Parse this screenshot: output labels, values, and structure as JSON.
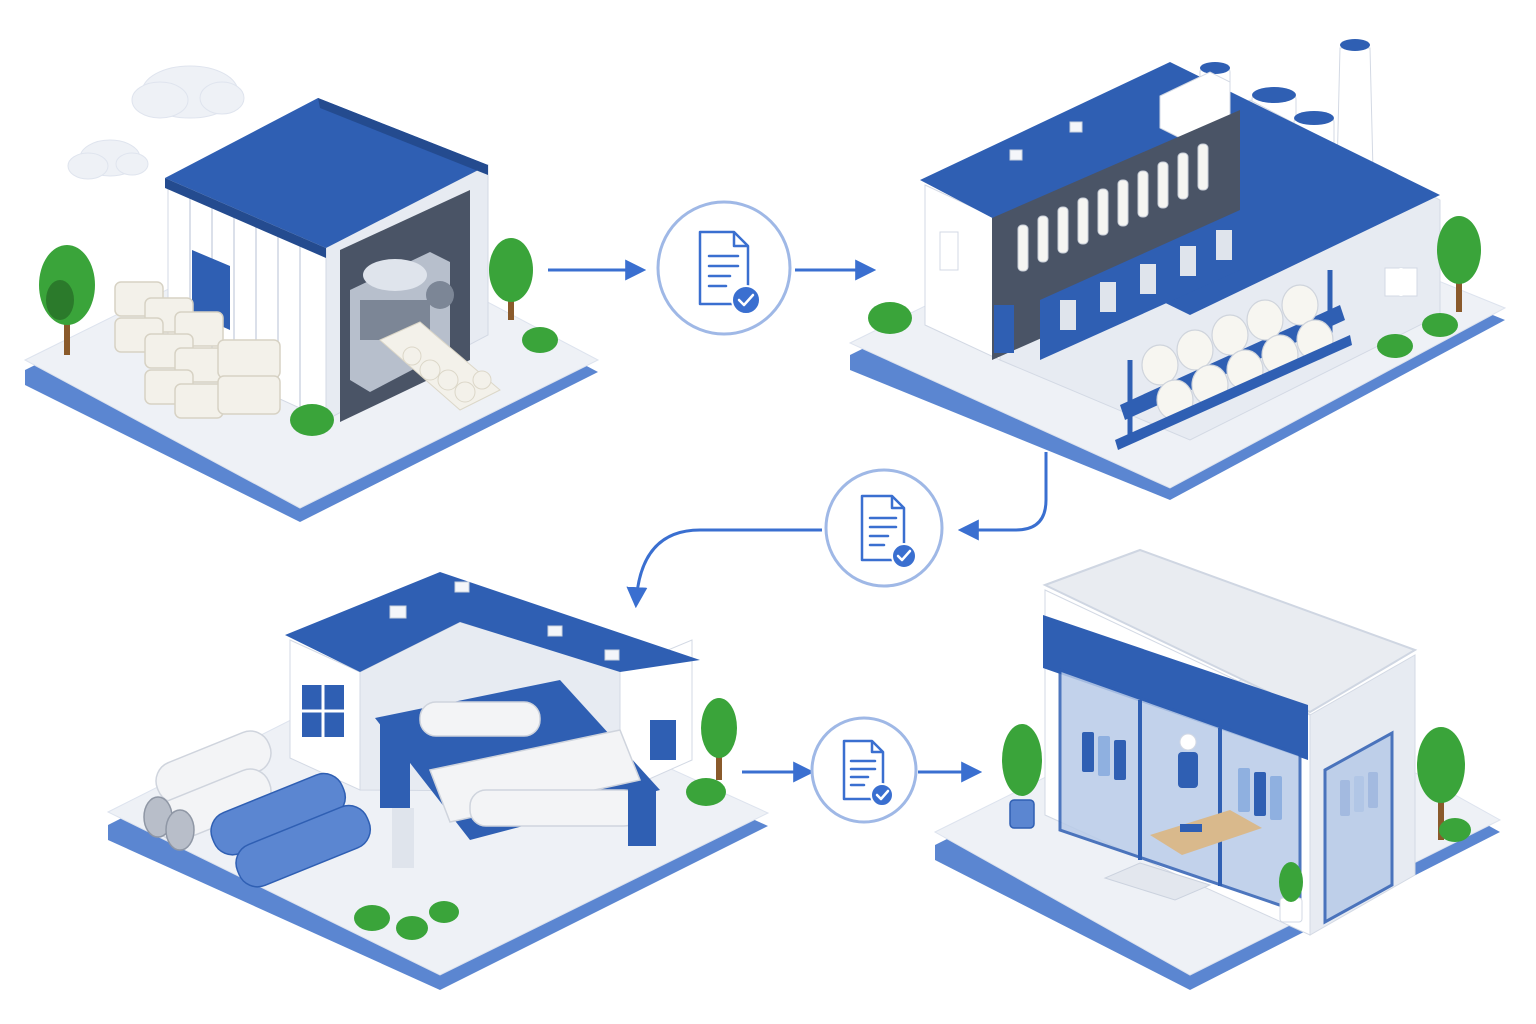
{
  "colors": {
    "brand_blue": "#2f5fb3",
    "light_blue": "#5b86d1",
    "arrow_blue": "#3a6fd0",
    "platform": "#eef1f6",
    "platform_edge": "#c9d3e6",
    "white": "#ffffff",
    "cotton": "#f3f1ea",
    "tree_green": "#3aa43a",
    "dark_green": "#2b7a2b",
    "gray": "#9aa3b2",
    "trunk": "#8a5a2b",
    "cloud": "#eef1f6"
  },
  "flow": {
    "stages": [
      {
        "id": "cotton-warehouse",
        "icon": "cotton-warehouse-icon"
      },
      {
        "id": "spinning-mill",
        "icon": "spinning-mill-icon"
      },
      {
        "id": "weaving-factory",
        "icon": "weaving-factory-icon"
      },
      {
        "id": "clothing-store",
        "icon": "clothing-store-icon"
      }
    ],
    "connectors": [
      {
        "from": "cotton-warehouse",
        "to": "spinning-mill",
        "icon": "verified-document-icon"
      },
      {
        "from": "spinning-mill",
        "to": "weaving-factory",
        "icon": "verified-document-icon"
      },
      {
        "from": "weaving-factory",
        "to": "clothing-store",
        "icon": "verified-document-icon"
      }
    ]
  }
}
